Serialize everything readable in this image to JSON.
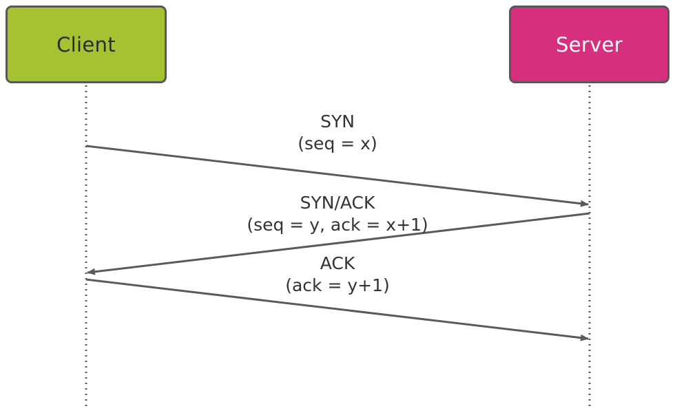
{
  "actors": {
    "client": {
      "label": "Client",
      "fill": "#a4c232",
      "text_color": "#2b2b2b"
    },
    "server": {
      "label": "Server",
      "fill": "#d62f7e",
      "text_color": "#ffffff"
    }
  },
  "messages": [
    {
      "name": "SYN",
      "line1": "SYN",
      "line2": "(seq = x)",
      "direction": "client-to-server"
    },
    {
      "name": "SYN/ACK",
      "line1": "SYN/ACK",
      "line2": "(seq = y, ack = x+1)",
      "direction": "server-to-client"
    },
    {
      "name": "ACK",
      "line1": "ACK",
      "line2": "(ack = y+1)",
      "direction": "client-to-server"
    }
  ],
  "colors": {
    "border": "#585858",
    "arrow": "#5a5a5a",
    "lifeline": "#5a5a5a"
  }
}
